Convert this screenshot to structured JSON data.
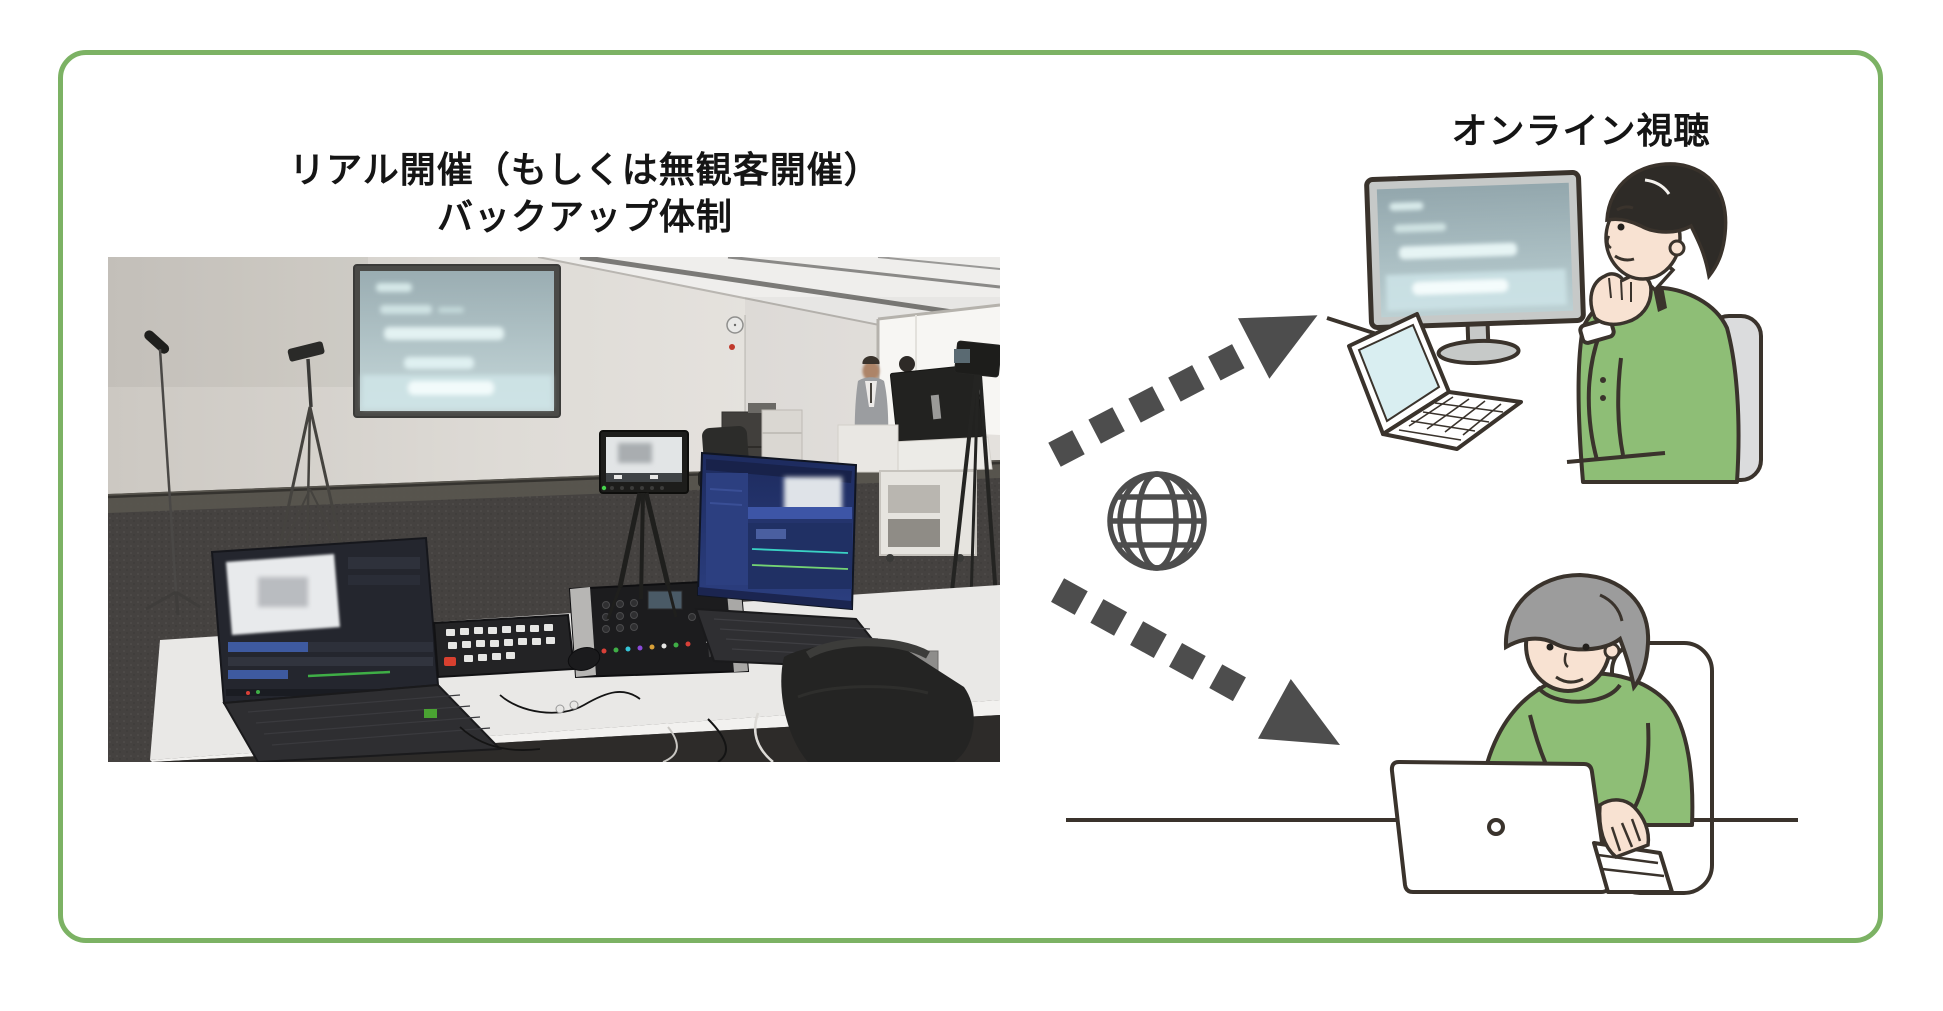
{
  "frame": {
    "border_color": "#7cb264"
  },
  "venue": {
    "title_line1": "リアル開催（もしくは無観客開催）",
    "title_line2": "バックアップ体制"
  },
  "online": {
    "label": "オンライン視聴"
  },
  "connection": {
    "arrow_color": "#4d4d4d",
    "globe_icon": "globe-wireframe",
    "arrow_style": "dashed-squares"
  },
  "palette": {
    "illustration_green": "#8ebe76",
    "outline": "#3a332c",
    "chair_gray": "#dbdcdd",
    "hair_dark": "#2e2b27",
    "hair_gray": "#9c9c9c",
    "skin": "#f8e2d2",
    "photo_wall": "#dedbd6",
    "photo_floor": "#454240"
  }
}
